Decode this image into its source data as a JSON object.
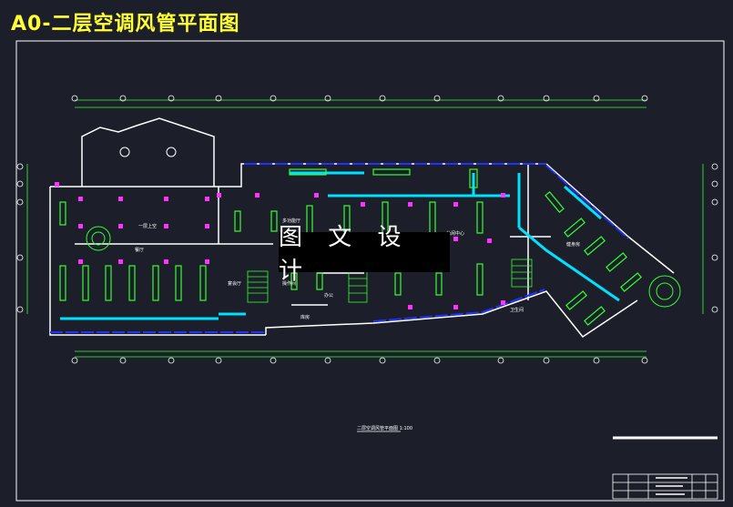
{
  "title": "A0-二层空调风管平面图",
  "watermark": "图 文 设 计",
  "room_labels": {
    "atrium": "一层上空",
    "restaurant": "餐厅",
    "multi_func": "多功能厅",
    "banquet": "宴会厅",
    "kitchen": "操作间",
    "office": "办公",
    "toilet": "卫生间",
    "storage": "库房",
    "lounge": "休闲中心",
    "fitness": "健身房"
  },
  "drawing_caption": "二层空调风管平面图  1:100",
  "colors": {
    "background": "#1c1f29",
    "wall": "#ffffff",
    "duct": "#00e0ff",
    "equipment": "#33ff33",
    "diffuser": "#ff33ff",
    "pipe": "#2233ff",
    "title": "#ffff33"
  }
}
